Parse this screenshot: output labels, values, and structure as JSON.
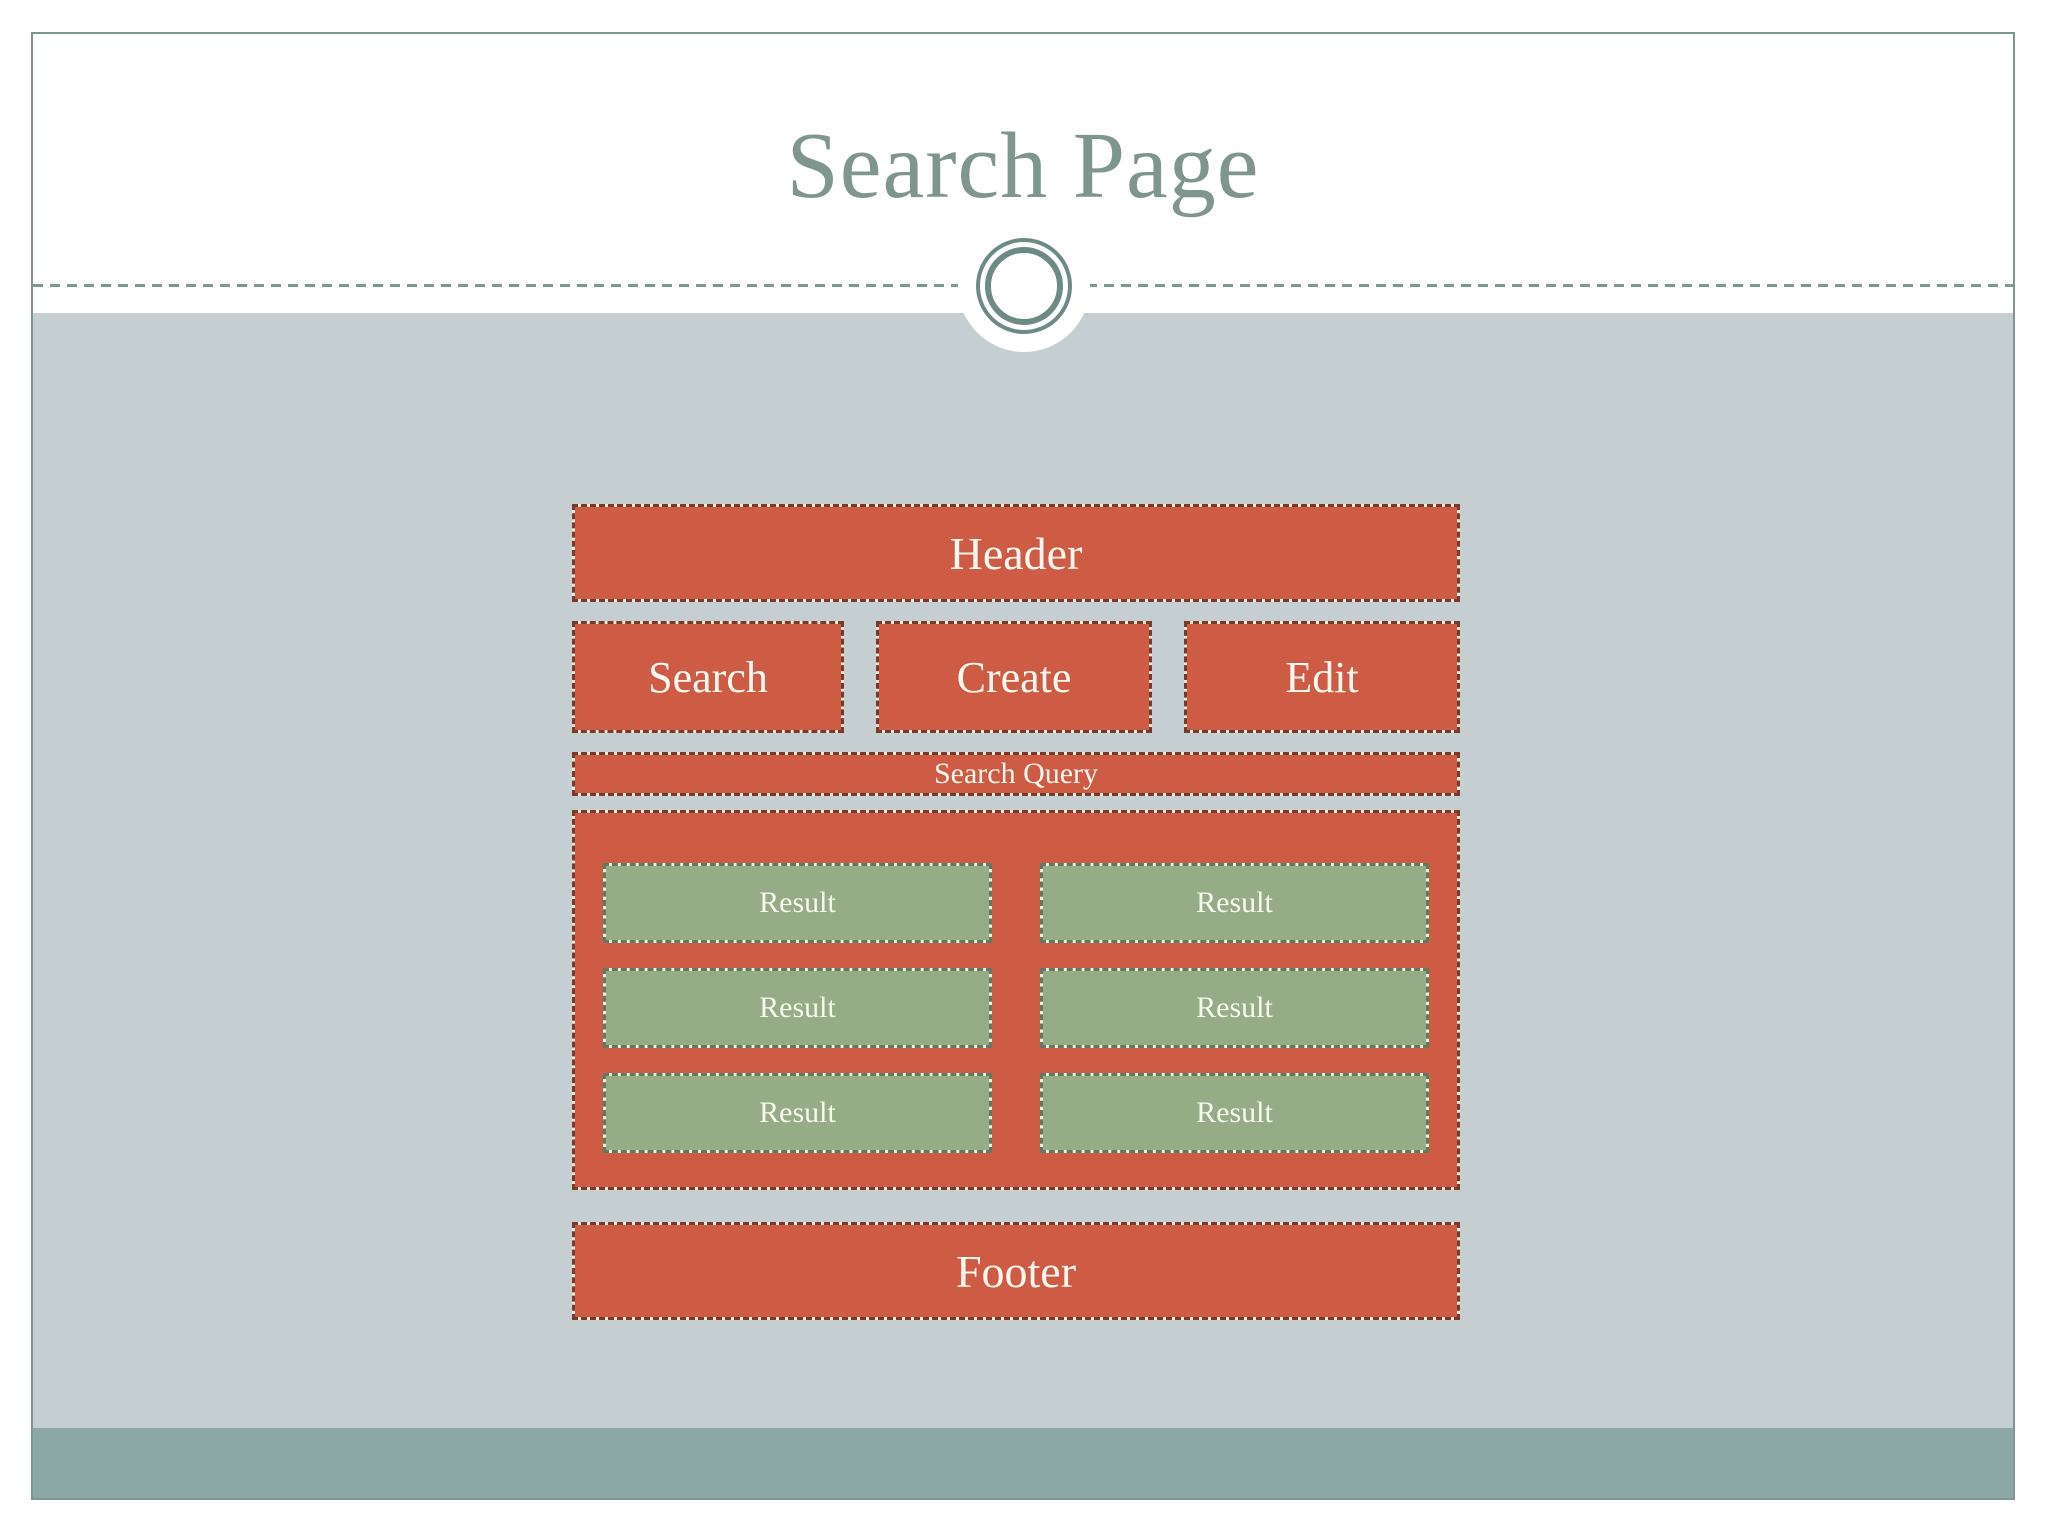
{
  "slide": {
    "title": "Search Page",
    "colors": {
      "frame_border": "#7d9791",
      "title_text": "#7f968e",
      "divider": "#7d9791",
      "ornament_ring": "#6d8b84",
      "content_background": "#c5cfd2",
      "bottom_strip": "#8ba8a5",
      "wireframe_red_fill": "#ce5b43",
      "wireframe_red_dash": "#7b3a28",
      "wireframe_green_fill": "#95ac86",
      "wireframe_green_dash": "#5f7a60",
      "box_text": "#fbf8f1"
    }
  },
  "wireframe": {
    "header": {
      "label": "Header"
    },
    "nav_buttons": [
      {
        "label": "Search"
      },
      {
        "label": "Create"
      },
      {
        "label": "Edit"
      }
    ],
    "search_query": {
      "label": "Search Query"
    },
    "results": [
      {
        "label": "Result"
      },
      {
        "label": "Result"
      },
      {
        "label": "Result"
      },
      {
        "label": "Result"
      },
      {
        "label": "Result"
      },
      {
        "label": "Result"
      }
    ],
    "footer": {
      "label": "Footer"
    }
  }
}
